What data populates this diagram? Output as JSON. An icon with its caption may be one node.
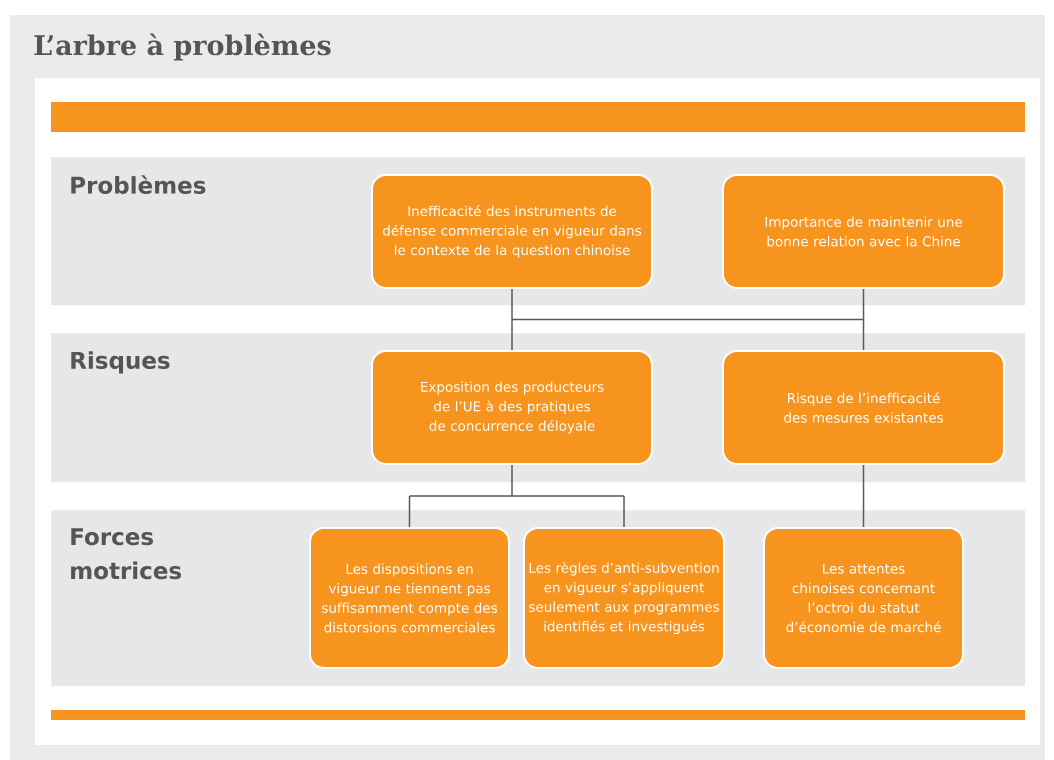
{
  "diagram": {
    "title": "L’arbre à problèmes",
    "nodes": [
      {
        "text": [
          "Problèmes"
        ]
      },
      {
        "text": [
          "Inefficacité des instruments de défense commerciale en vigueur dans le contexte de la question chinoise"
        ],
        "in": 0
      },
      {
        "text": [
          "Importance de maintenir une bonne relation avec la Chine"
        ],
        "in": 0
      },
      {
        "text": [
          "Risques"
        ]
      },
      {
        "text": [
          "Exposition des producteurs de l’UE à des pratiques de concurrence déloyale"
        ],
        "in": 3
      },
      {
        "text": [
          "Risque de l’inefficacité des mesures existantes"
        ],
        "in": 3
      },
      {
        "text": [
          "Forces motrices"
        ]
      },
      {
        "text": [
          "Les dispositions en vigueur ne tiennent pas suffisamment compte des distorsions commerciales"
        ],
        "in": 6
      },
      {
        "text": [
          "Les règles d’anti-subvention en vigueur s’appliquent seulement aux programmes identifiés et investigués"
        ],
        "in": 6
      },
      {
        "text": [
          "Les attentes chinoises concernant l’octroi du statut d’économie de marché"
        ],
        "in": 6
      }
    ],
    "edges": [
      {
        "from": 1,
        "to": 4,
        "arrow": "none"
      },
      {
        "from": 1,
        "to": 5,
        "arrow": "none"
      },
      {
        "from": 2,
        "to": 4,
        "arrow": "none"
      },
      {
        "from": 2,
        "to": 5,
        "arrow": "none"
      },
      {
        "from": 4,
        "to": 7,
        "arrow": "none"
      },
      {
        "from": 4,
        "to": 8,
        "arrow": "none"
      },
      {
        "from": 5,
        "to": 9,
        "arrow": "none"
      }
    ]
  }
}
